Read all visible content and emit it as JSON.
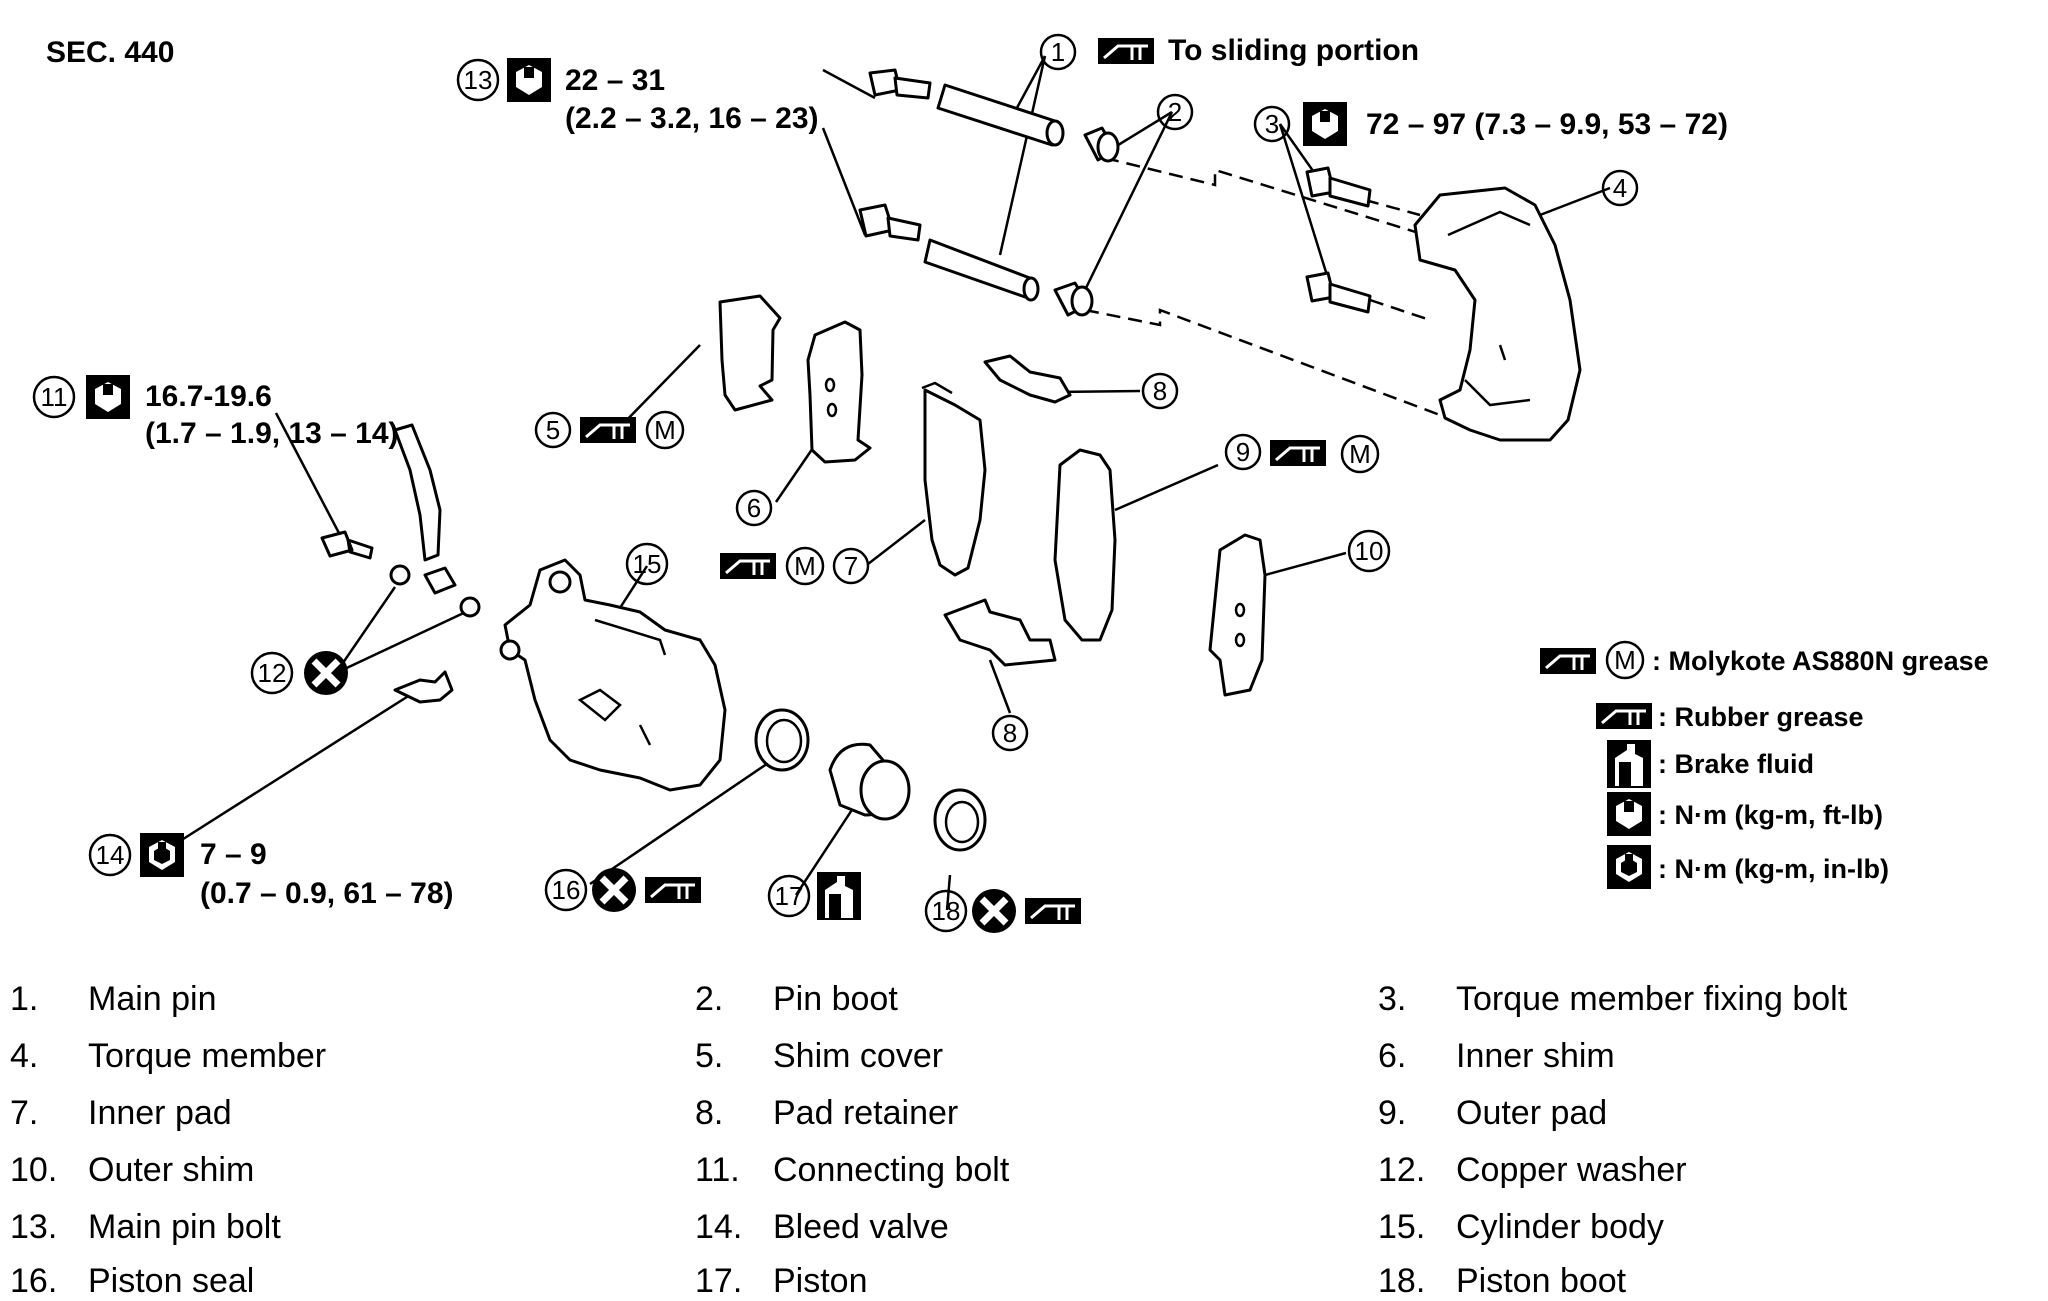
{
  "section_label": "SEC. 440",
  "callouts": {
    "c1": "1",
    "c2": "2",
    "c3": "3",
    "c4": "4",
    "c5": "5",
    "c6": "6",
    "c7": "7",
    "c8a": "8",
    "c8b": "8",
    "c9": "9",
    "c10": "10",
    "c11": "11",
    "c12": "12",
    "c13": "13",
    "c14": "14",
    "c15": "15",
    "c16": "16",
    "c17": "17",
    "c18": "18"
  },
  "annotations": {
    "sliding_portion": "To sliding portion",
    "torque_13_a": "22 – 31",
    "torque_13_b": "(2.2 – 3.2, 16 – 23)",
    "torque_3": "72 – 97 (7.3 – 9.9, 53 – 72)",
    "torque_11_a": "16.7-19.6",
    "torque_11_b": "(1.7 – 1.9, 13 – 14)",
    "torque_14_a": "7 – 9",
    "torque_14_b": "(0.7 – 0.9, 61 – 78)"
  },
  "symbols": {
    "molykote_letter": "M"
  },
  "legend": [
    {
      "icon": "rubber-grease-icon",
      "extra": "M",
      "text": ": Molykote AS880N grease"
    },
    {
      "icon": "rubber-grease-icon",
      "text": ": Rubber grease"
    },
    {
      "icon": "brake-fluid-icon",
      "text": ": Brake fluid"
    },
    {
      "icon": "torque-wrench-icon",
      "text": ": N·m (kg-m, ft-lb)"
    },
    {
      "icon": "torque-wrench-solid-icon",
      "text": ": N·m (kg-m, in-lb)"
    }
  ],
  "parts_list": [
    {
      "num": "1.",
      "name": "Main pin"
    },
    {
      "num": "2.",
      "name": "Pin boot"
    },
    {
      "num": "3.",
      "name": "Torque member fixing bolt"
    },
    {
      "num": "4.",
      "name": "Torque member"
    },
    {
      "num": "5.",
      "name": "Shim cover"
    },
    {
      "num": "6.",
      "name": "Inner shim"
    },
    {
      "num": "7.",
      "name": "Inner pad"
    },
    {
      "num": "8.",
      "name": "Pad retainer"
    },
    {
      "num": "9.",
      "name": "Outer pad"
    },
    {
      "num": "10.",
      "name": "Outer shim"
    },
    {
      "num": "11.",
      "name": "Connecting bolt"
    },
    {
      "num": "12.",
      "name": "Copper washer"
    },
    {
      "num": "13.",
      "name": "Main pin bolt"
    },
    {
      "num": "14.",
      "name": "Bleed valve"
    },
    {
      "num": "15.",
      "name": "Cylinder body"
    },
    {
      "num": "16.",
      "name": "Piston seal"
    },
    {
      "num": "17.",
      "name": "Piston"
    },
    {
      "num": "18.",
      "name": "Piston boot"
    }
  ]
}
